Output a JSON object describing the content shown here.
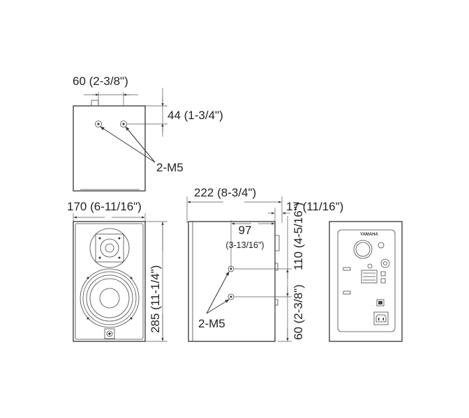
{
  "top_view": {
    "hole_spacing": "60 (2-3/8\")",
    "hole_offset": "44 (1-3/4\")",
    "hole_label": "2-M5"
  },
  "front_view": {
    "width": "170 (6-11/16\")",
    "height": "285 (11-1/4\")"
  },
  "side_view": {
    "depth": "222 (8-3/4\")",
    "rear_protrusion": "17 (11/16\")",
    "hole_depth_mm": "97",
    "hole_depth_in": "(3-13/16\")",
    "hole_height": "110 (4-5/16\")",
    "hole_spacing": "60 (2-3/8\")",
    "hole_label": "2-M5"
  },
  "rear_view": {
    "logo": "YAMAHA"
  }
}
